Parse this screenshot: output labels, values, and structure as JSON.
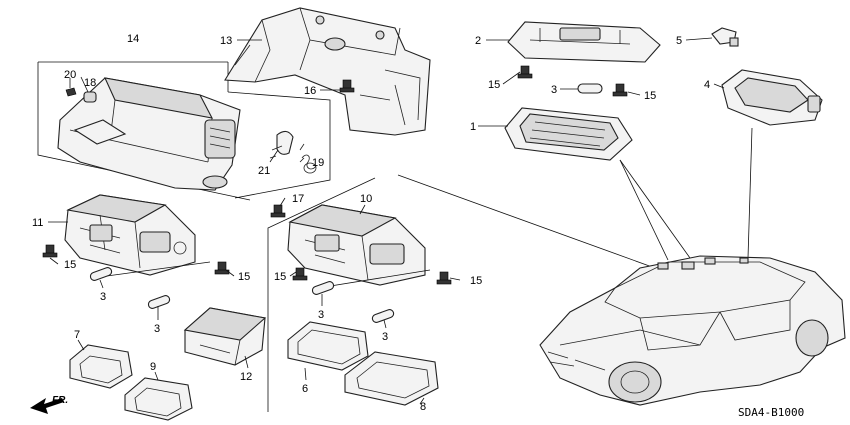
{
  "diagram_code": "SDA4-B1000",
  "direction_label": "FR.",
  "callouts": {
    "c1": "1",
    "c2": "2",
    "c3a": "3",
    "c3b": "3",
    "c3c": "3",
    "c3d": "3",
    "c3e": "3",
    "c4": "4",
    "c5": "5",
    "c6": "6",
    "c7": "7",
    "c8": "8",
    "c9": "9",
    "c10": "10",
    "c11": "11",
    "c12": "12",
    "c13": "13",
    "c14": "14",
    "c15a": "15",
    "c15b": "15",
    "c15c": "15",
    "c15d": "15",
    "c15e": "15",
    "c15f": "15",
    "c16": "16",
    "c17": "17",
    "c18": "18",
    "c19": "19",
    "c20": "20",
    "c21": "21"
  }
}
